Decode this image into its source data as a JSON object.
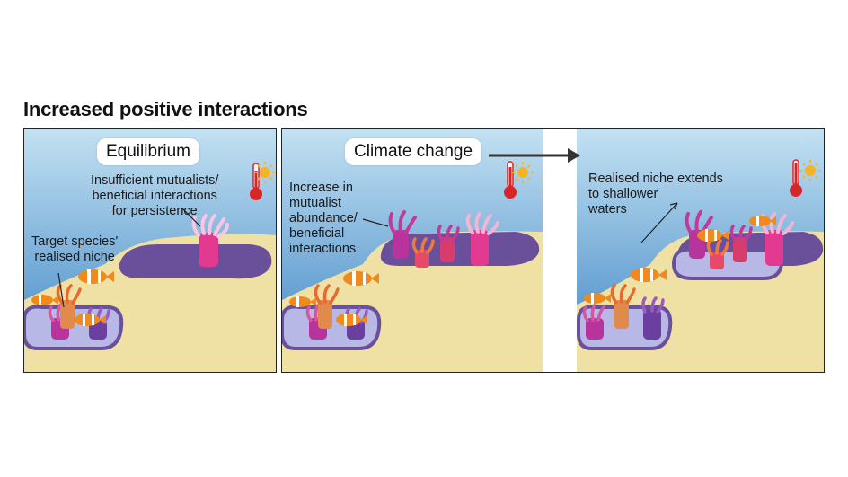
{
  "title": "Increased positive interactions",
  "panels": {
    "equilibrium": {
      "label": "Equilibrium",
      "note_mutualists": "Insufficient mutualists/\nbeneficial interactions\nfor persistence",
      "note_niche": "Target species'\nrealised niche"
    },
    "climate_change": {
      "label": "Climate change",
      "note_increase": "Increase in\nmutualist\nabundance/\nbeneficial\ninteractions",
      "note_extends": "Realised niche extends\nto shallower\nwaters"
    }
  },
  "icons": [
    "thermometer-icon",
    "sun-icon",
    "anemone-icon",
    "clownfish-icon",
    "arrow-right-icon"
  ],
  "colors": {
    "water_top": "#b9dbef",
    "water_bottom": "#3d86c6",
    "sand": "#efe0a3",
    "niche": "#6a4f9b",
    "niche_shallow": "#b7b8e6",
    "thermometer": "#d6262a",
    "sun": "#f5b325",
    "fish": "#f08a1d"
  }
}
